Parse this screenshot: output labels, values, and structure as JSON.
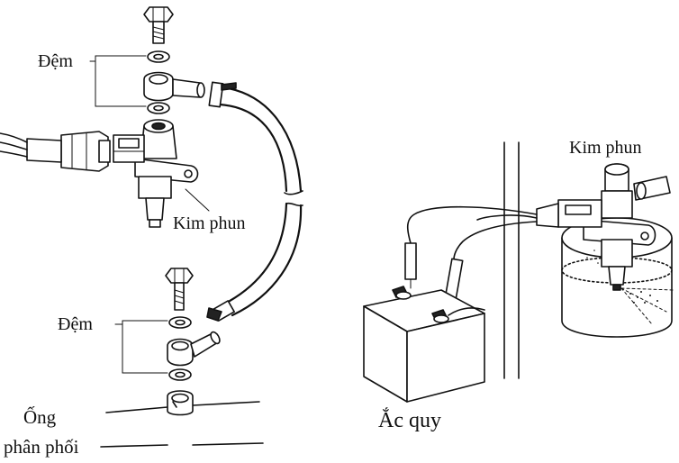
{
  "labels": {
    "dem_top": "Đệm",
    "kim_phun_left": "Kim phun",
    "dem_bottom": "Đệm",
    "ong_line1": "Ống",
    "ong_line2": "phân phối",
    "kim_phun_right": "Kim phun",
    "ac_quy": "Ắc quy"
  },
  "colors": {
    "ink": "#111111",
    "background": "#ffffff"
  }
}
